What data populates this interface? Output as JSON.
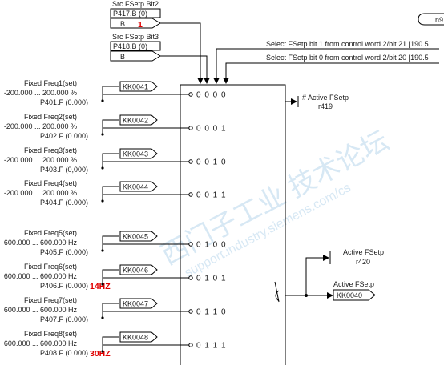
{
  "top_left": {
    "src_bit2": {
      "title": "Src FSetp Bit2",
      "param": "P417.B (0)",
      "value": "B",
      "annotation": "1"
    },
    "src_bit3": {
      "title": "Src FSetp Bit3",
      "param": "P418.B (0)",
      "value": "B"
    }
  },
  "top_right": {
    "partial_label": "n9"
  },
  "select_bits": {
    "bit1": "Select FSetp bit 1 from control word 2/bit 21 [190.5",
    "bit0": "Select FSetp bit 0 from control word 2/bit 20 [190.5"
  },
  "fixed_freqs": [
    {
      "name": "Fixed Freq1(set)",
      "range": "-200.000 ... 200.000 %",
      "param": "P401.F (0.000)",
      "connector": "KK0041",
      "bits": "0 0 0 0",
      "annotation": ""
    },
    {
      "name": "Fixed Freq2(set)",
      "range": "-200.000 ... 200.000 %",
      "param": "P402.F (0.000)",
      "connector": "KK0042",
      "bits": "0 0 0 1",
      "annotation": ""
    },
    {
      "name": "Fixed Freq3(set)",
      "range": "-200.000 ... 200.000 %",
      "param": "P403.F (0,000)",
      "connector": "KK0043",
      "bits": "0 0 1 0",
      "annotation": ""
    },
    {
      "name": "Fixed Freq4(set)",
      "range": "-200.000 ... 200.000 %",
      "param": "P404.F (0.000)",
      "connector": "KK0044",
      "bits": "0 0 1 1",
      "annotation": ""
    },
    {
      "name": "Fixed Freq5(set)",
      "range": "600.000 ... 600.000 Hz",
      "param": "P405.F (0.000)",
      "connector": "KK0045",
      "bits": "0 1 0 0",
      "annotation": ""
    },
    {
      "name": "Fixed Freq6(set)",
      "range": "600.000 ... 600.000 Hz",
      "param": "P406.F (0.000)",
      "connector": "KK0046",
      "bits": "0 1 0 1",
      "annotation": "14HZ"
    },
    {
      "name": "Fixed Freq7(set)",
      "range": "600.000 ... 600.000 Hz",
      "param": "P407.F (0.000)",
      "connector": "KK0047",
      "bits": "0 1 1 0",
      "annotation": ""
    },
    {
      "name": "Fixed Freq8(set)",
      "range": "600.000 ... 600.000 Hz",
      "param": "P408.F (0.000)",
      "connector": "KK0048",
      "bits": "0 1 1 1",
      "annotation": "30HZ"
    }
  ],
  "outputs": {
    "active_num": {
      "label": "# Active FSetp",
      "param": "r419"
    },
    "active": {
      "label": "Active FSetp",
      "param": "r420"
    },
    "active_conn": {
      "label": "Active FSetp",
      "connector": "KK0040"
    }
  },
  "watermark": {
    "cn": "西门子工业 技术论坛",
    "en": "support.industry.siemens.com/cs"
  }
}
